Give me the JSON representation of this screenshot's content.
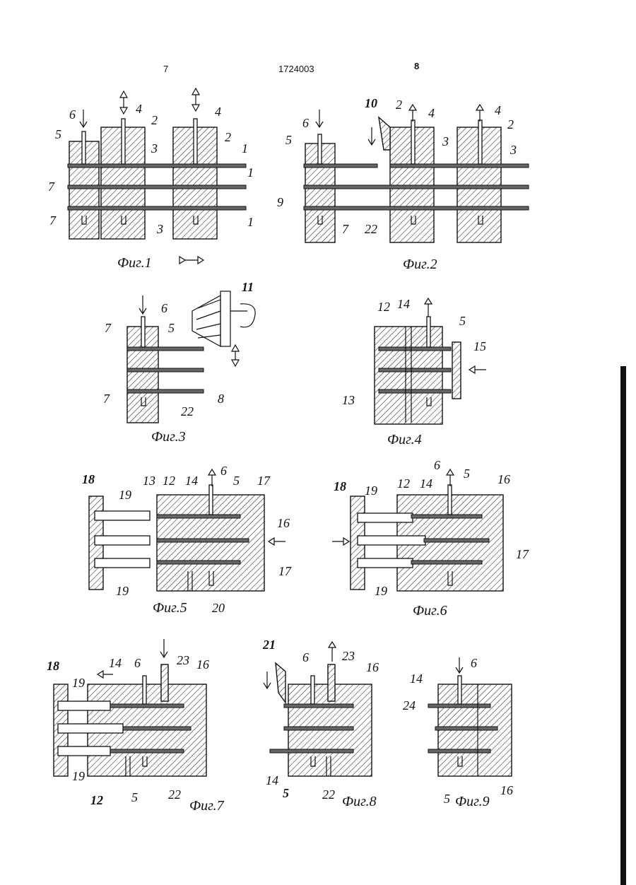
{
  "header": {
    "left_page": "7",
    "doc_number": "1724003",
    "right_page": "8"
  },
  "figures": [
    {
      "id": "fig1",
      "caption": "Фиг.1",
      "labels": [
        "6",
        "4",
        "4",
        "5",
        "2",
        "2",
        "3",
        "1",
        "1",
        "7",
        "7",
        "3",
        "1"
      ]
    },
    {
      "id": "fig2",
      "caption": "Фиг.2",
      "labels": [
        "10",
        "2",
        "4",
        "4",
        "6",
        "2",
        "5",
        "3",
        "3",
        "9",
        "7",
        "22"
      ]
    },
    {
      "id": "fig3",
      "caption": "Фиг.3",
      "labels": [
        "6",
        "11",
        "7",
        "5",
        "7",
        "22",
        "8"
      ]
    },
    {
      "id": "fig4",
      "caption": "Фиг.4",
      "labels": [
        "12",
        "14",
        "5",
        "15",
        "13"
      ]
    },
    {
      "id": "fig5",
      "caption": "Фиг.5",
      "labels": [
        "18",
        "13",
        "12",
        "14",
        "6",
        "5",
        "17",
        "19",
        "16",
        "19",
        "17",
        "20"
      ]
    },
    {
      "id": "fig6",
      "caption": "Фиг.6",
      "labels": [
        "18",
        "12",
        "14",
        "6",
        "5",
        "16",
        "19",
        "17",
        "19"
      ]
    },
    {
      "id": "fig7",
      "caption": "Фиг.7",
      "labels": [
        "18",
        "14",
        "6",
        "23",
        "16",
        "19",
        "19",
        "12",
        "5",
        "22"
      ]
    },
    {
      "id": "fig8",
      "caption": "Фиг.8",
      "labels": [
        "21",
        "6",
        "23",
        "16",
        "14",
        "5",
        "22"
      ]
    },
    {
      "id": "fig9",
      "caption": "Фиг.9",
      "labels": [
        "14",
        "6",
        "24",
        "5",
        "16"
      ]
    }
  ]
}
